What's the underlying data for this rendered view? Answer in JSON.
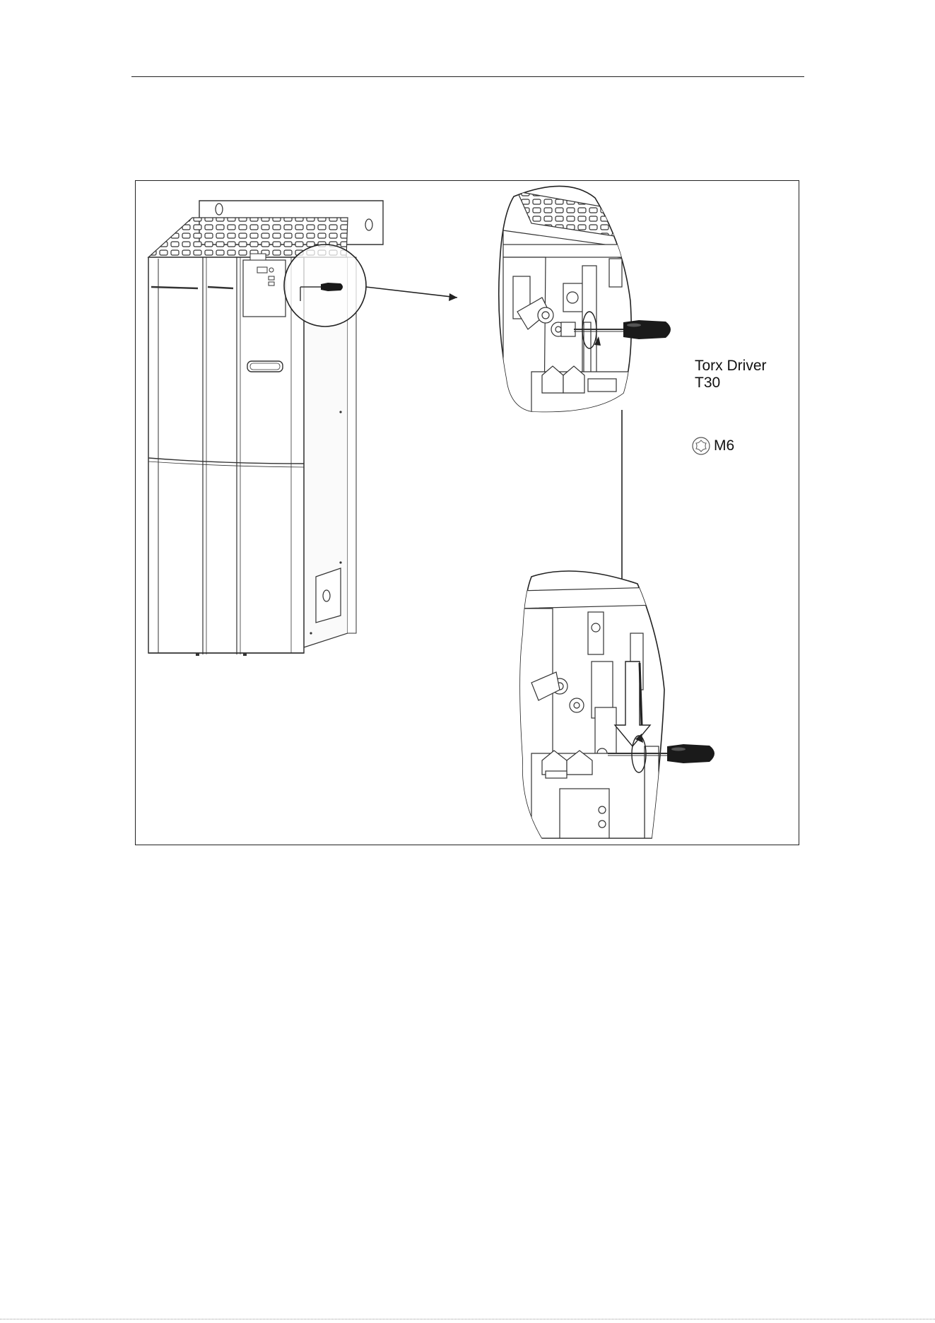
{
  "figure": {
    "tool_label_line1": "Torx Driver",
    "tool_label_line2": "T30",
    "screw_size_label": "M6",
    "line_color": "#222222",
    "handle_color": "#1a1a1a"
  }
}
